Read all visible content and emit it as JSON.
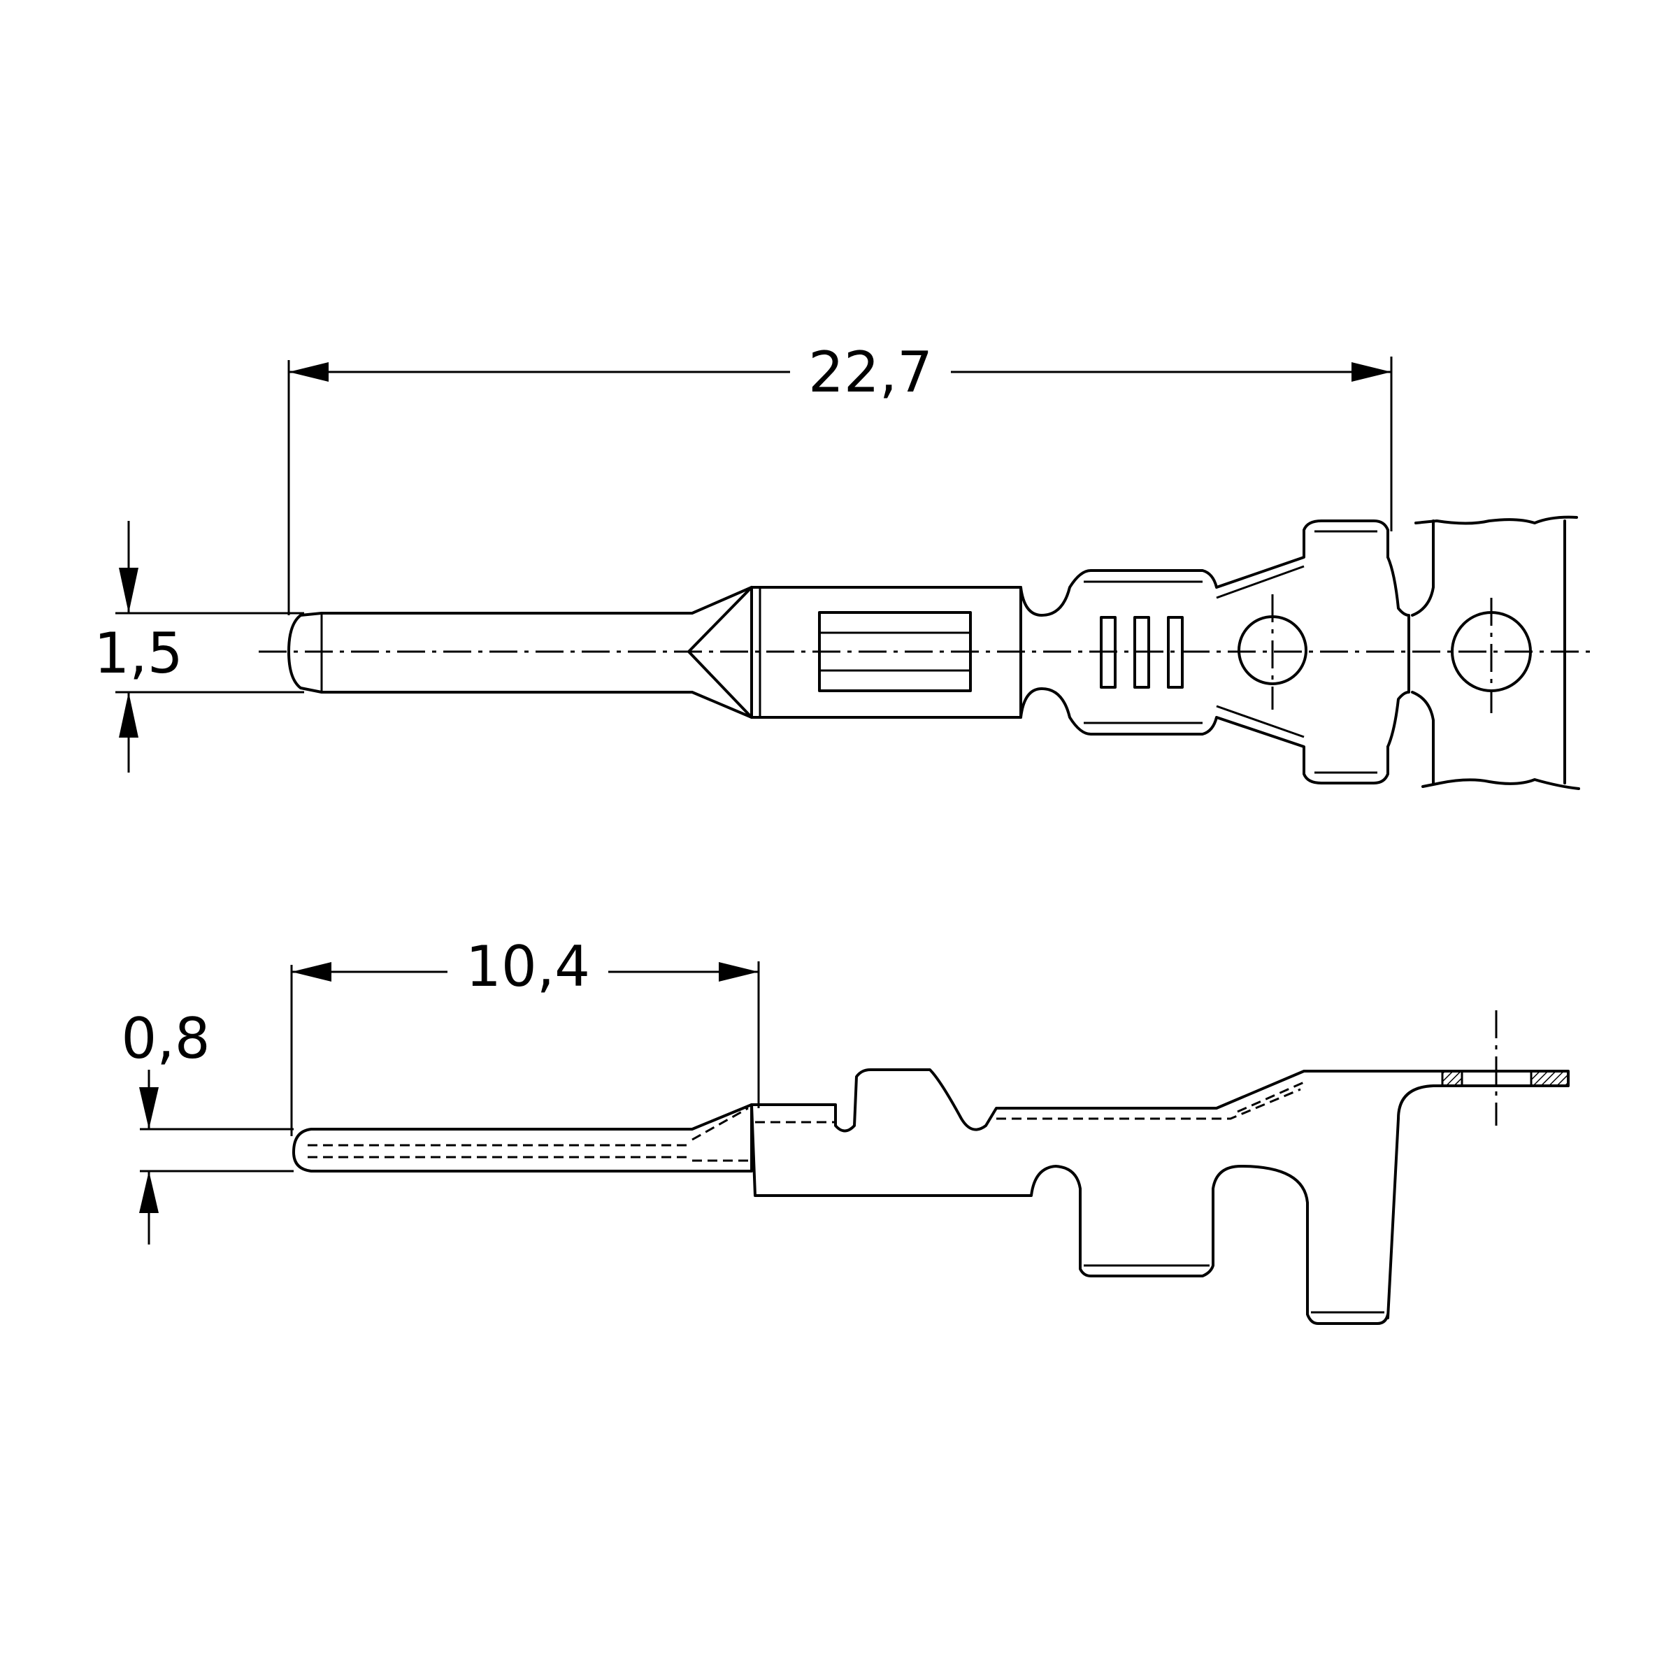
{
  "dimensions": {
    "overall_length": "22,7",
    "pin_width": "1,5",
    "pin_length": "10,4",
    "pin_thickness": "0,8"
  }
}
